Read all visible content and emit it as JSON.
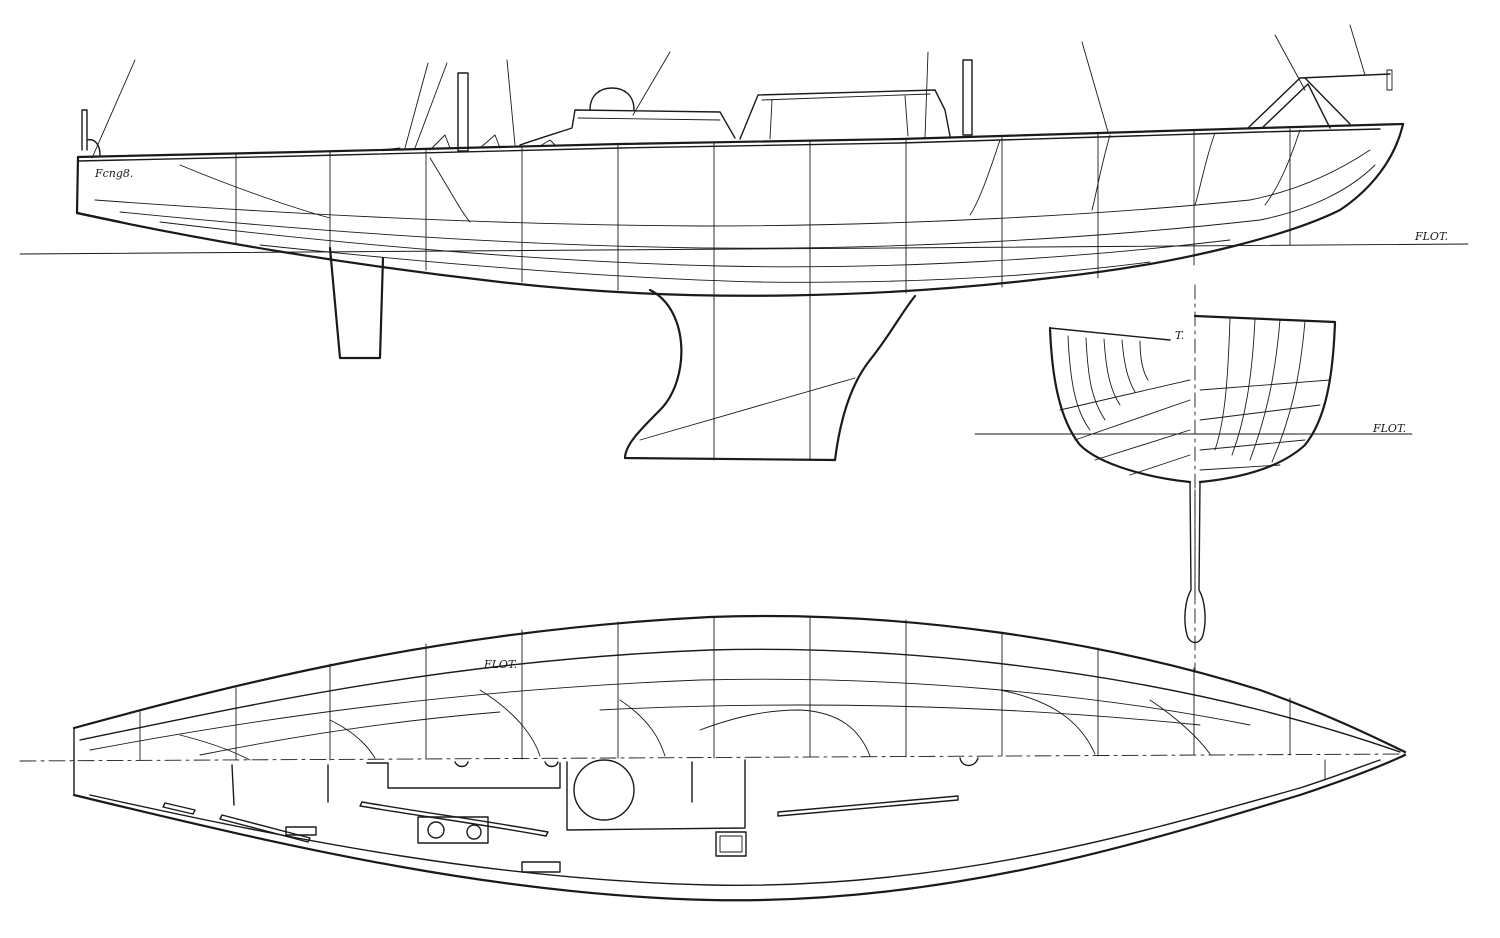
{
  "drawing": {
    "labels": {
      "flot_profile": "FLOT.",
      "flot_body": "FLOT.",
      "flot_plan": "FLOT.",
      "body_t": "T.",
      "signature": "Fcng8."
    },
    "views": [
      {
        "key": "profile",
        "name": ""
      },
      {
        "key": "body-plan",
        "name": ""
      },
      {
        "key": "half-breadth",
        "name": ""
      }
    ]
  }
}
